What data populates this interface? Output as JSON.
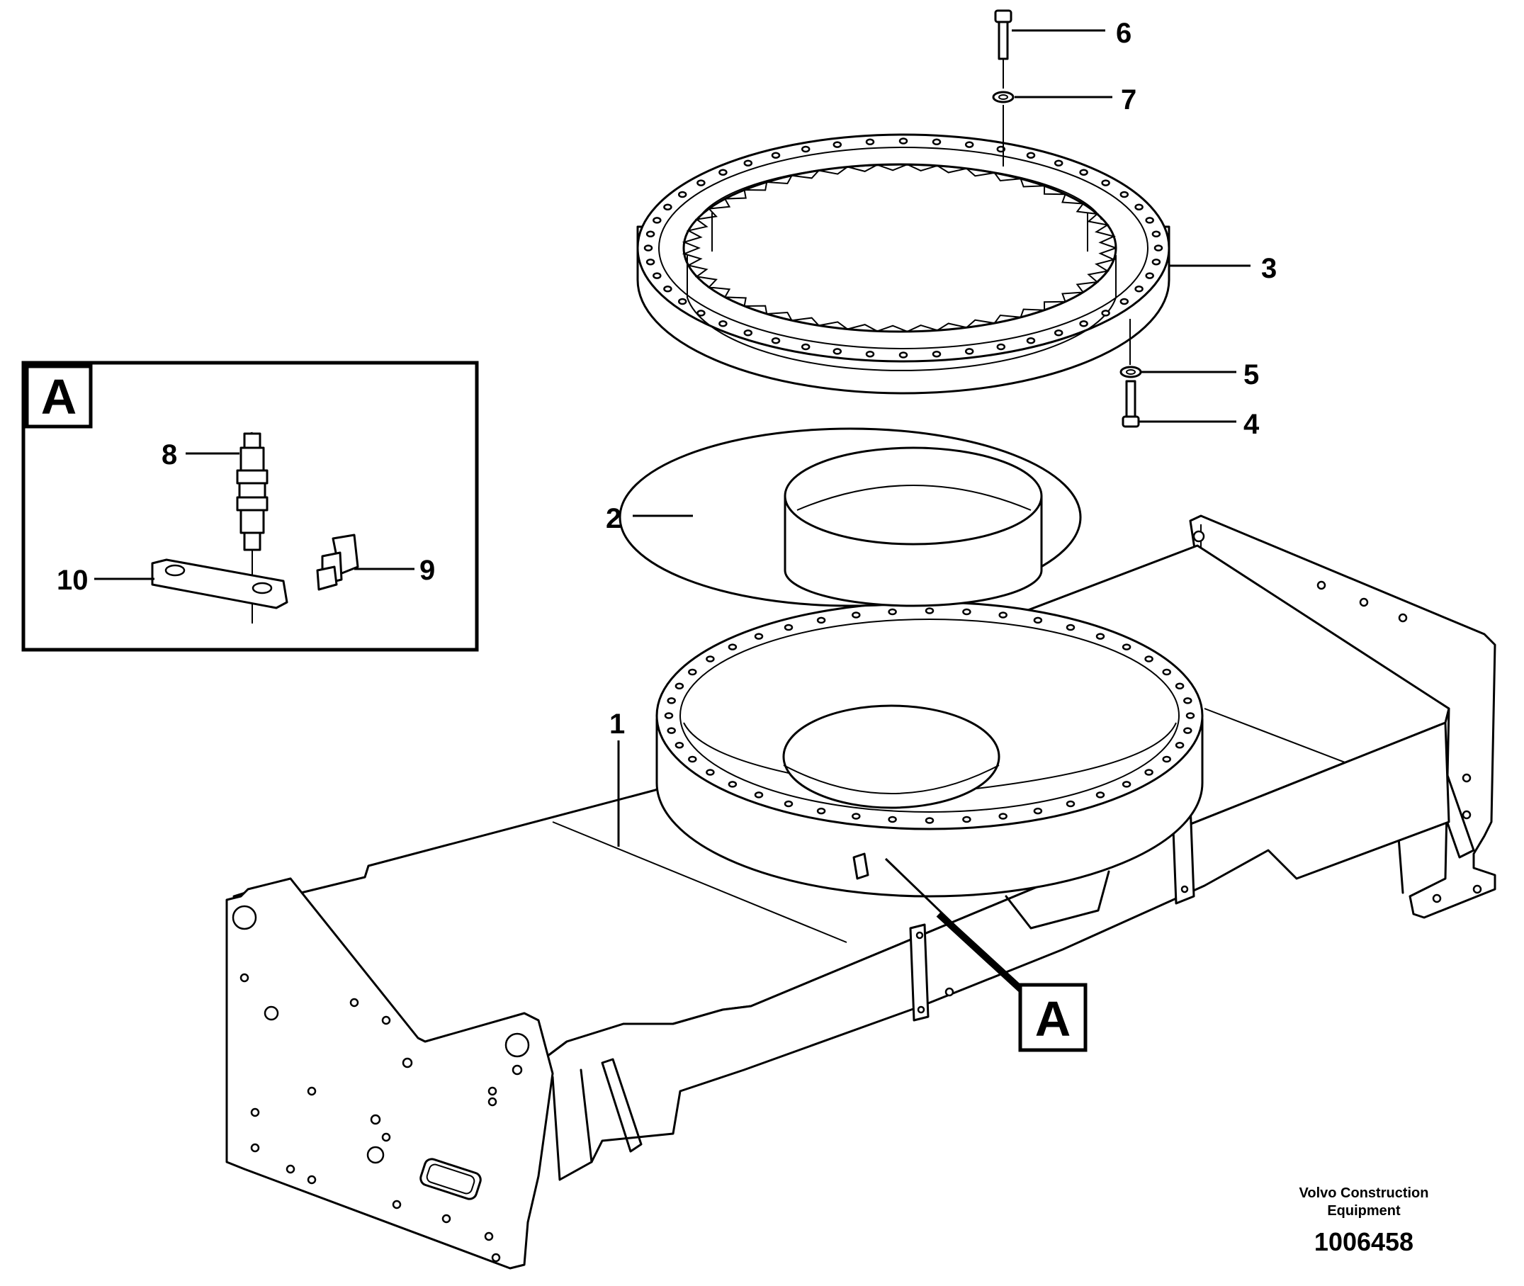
{
  "callouts": [
    {
      "id": "1",
      "label": "1"
    },
    {
      "id": "2",
      "label": "2"
    },
    {
      "id": "3",
      "label": "3"
    },
    {
      "id": "4",
      "label": "4"
    },
    {
      "id": "5",
      "label": "5"
    },
    {
      "id": "6",
      "label": "6"
    },
    {
      "id": "7",
      "label": "7"
    },
    {
      "id": "8",
      "label": "8"
    },
    {
      "id": "9",
      "label": "9"
    },
    {
      "id": "10",
      "label": "10"
    }
  ],
  "detail": {
    "inset_label": "A",
    "view_label": "A"
  },
  "credit": {
    "line1": "Volvo Construction",
    "line2": "Equipment"
  },
  "drawing_number": "1006458"
}
